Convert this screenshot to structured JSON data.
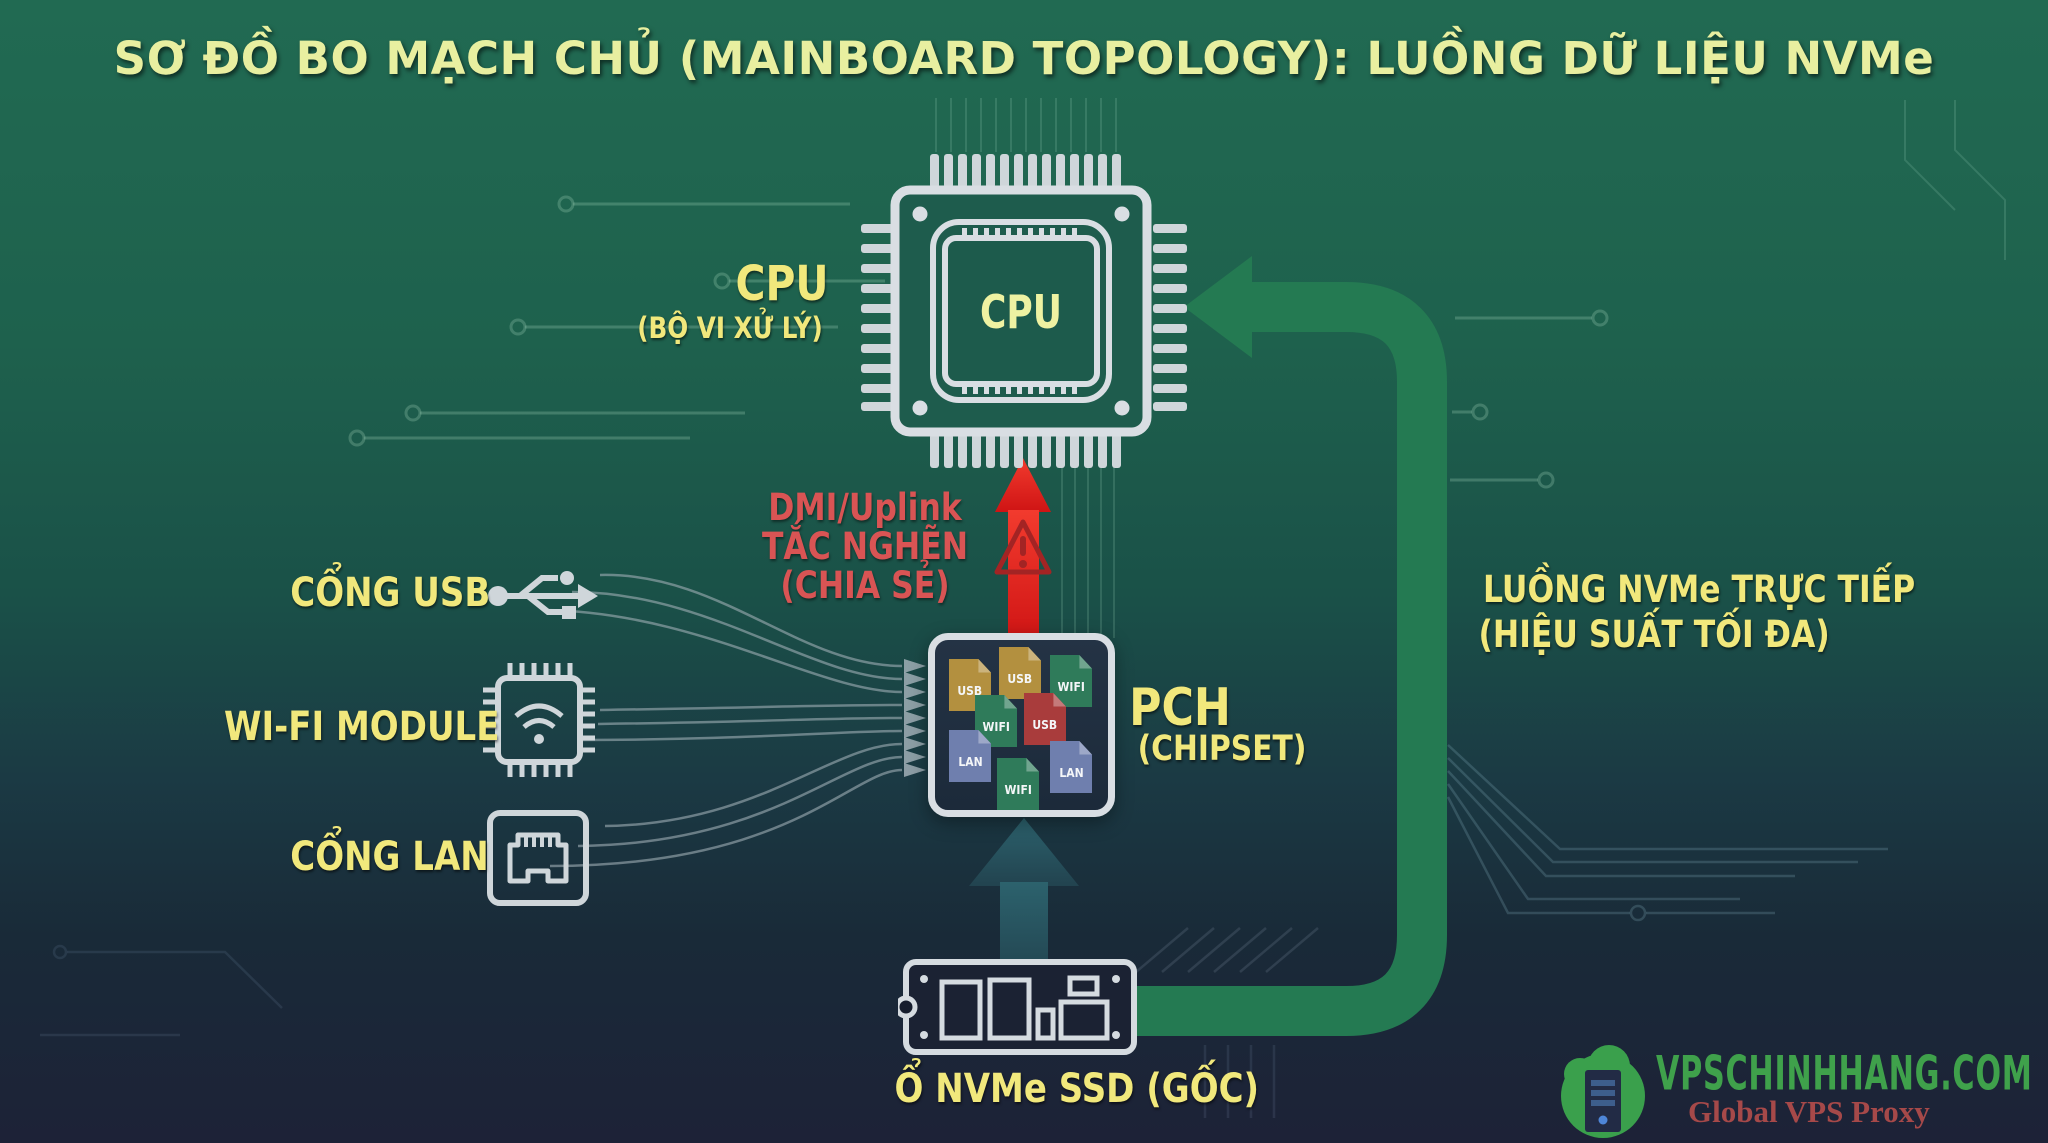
{
  "title": {
    "text": "SƠ ĐỒ BO MẠCH CHỦ (MAINBOARD TOPOLOGY): LUỒNG DỮ LIỆU NVMe",
    "color": "#e8efa0"
  },
  "cpu": {
    "label": "CPU",
    "sublabel": "(BỘ VI XỬ LÝ)",
    "chip_text": "CPU"
  },
  "bottleneck": {
    "line1": "DMI/Uplink",
    "line2": "TẮC NGHẼN",
    "line3": "(CHIA SẺ)",
    "text_color": "#d95454",
    "arrow_color": "#e31f1f"
  },
  "pch": {
    "label": "PCH",
    "sublabel": "(CHIPSET)",
    "icons": [
      {
        "label": "USB",
        "color": "#b3903f"
      },
      {
        "label": "USB",
        "color": "#b3903f"
      },
      {
        "label": "WIFI",
        "color": "#2f7b5a"
      },
      {
        "label": "WIFI",
        "color": "#2f7b5a"
      },
      {
        "label": "USB",
        "color": "#a93c3c"
      },
      {
        "label": "LAN",
        "color": "#6f7fae"
      },
      {
        "label": "WIFI",
        "color": "#2f7b5a"
      },
      {
        "label": "LAN",
        "color": "#6f7fae"
      }
    ]
  },
  "peripherals": {
    "usb": "CỔNG USB",
    "wifi": "WI-FI MODULE",
    "lan": "CỔNG LAN",
    "label_color": "#f1e87c"
  },
  "nvme_flow": {
    "line1": "LUỒNG NVMe TRỰC TIẾP",
    "line2": "(HIỆU SUẤT TỐI ĐA)",
    "arrow_color": "#247a52"
  },
  "ssd": {
    "label": "Ổ NVMe SSD (GỐC)",
    "uplink_color": "#2b5e6a"
  },
  "watermark": {
    "site": "VPSCHINHHANG.COM",
    "tagline": "Global VPS Proxy",
    "site_color": "#3fa14b",
    "tagline_color": "#a64949"
  }
}
